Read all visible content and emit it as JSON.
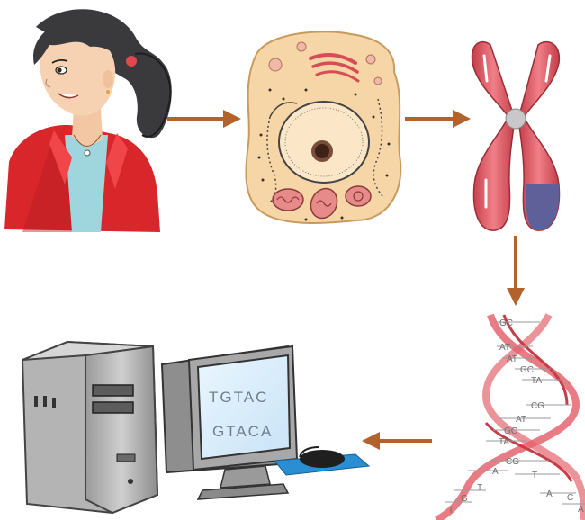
{
  "diagram": {
    "stages": [
      "person",
      "cell",
      "chromosome",
      "dna",
      "computer"
    ],
    "dna_labels": [
      "GC",
      "AT",
      "AT",
      "GC",
      "TA",
      "CG",
      "AT",
      "GC",
      "TA",
      "CG",
      "T",
      "A",
      "G",
      "T",
      "A",
      "C",
      "A",
      "T"
    ],
    "screen_line1": "TGTAC",
    "screen_line2": "GTACA",
    "colors": {
      "arrow": "#b4622c",
      "jacket": "#d8262b",
      "cell_body": "#f6d5a6",
      "chromosome": "#e15b66",
      "chromosome_tip": "#5f5f99",
      "dna_strand": "#e4646e",
      "monitor_screen": "#dff0ff"
    }
  }
}
